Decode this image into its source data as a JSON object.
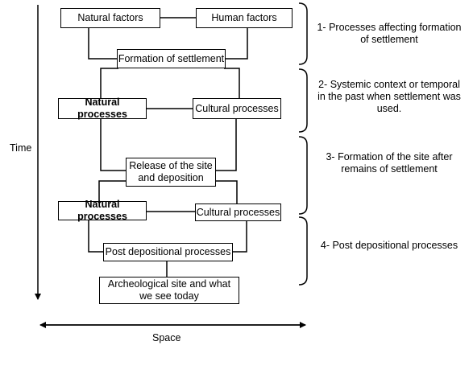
{
  "boxes": {
    "natural_factors": "Natural factors",
    "human_factors": "Human factors",
    "formation_of_settlement": "Formation of settlement",
    "natural_processes_1": "Natural processes",
    "cultural_processes_1": "Cultural processes",
    "release_line1": "Release of the site",
    "release_line2": "and deposition",
    "natural_processes_2": "Natural processes",
    "cultural_processes_2": "Cultural processes",
    "post_depositional": "Post depositional processes",
    "archeo_line1": "Archeological site and what",
    "archeo_line2": "we see today"
  },
  "stages": {
    "s1_line1": "1- Processes affecting formation",
    "s1_line2": "of settlement",
    "s2_line1": "2- Systemic context or temporal",
    "s2_line2": "in the past when settlement was",
    "s2_line3": "used.",
    "s3_line1": "3- Formation of the site after",
    "s3_line2": "remains of settlement",
    "s4_line1": "4- Post depositional processes"
  },
  "axes": {
    "time": "Time",
    "space": "Space"
  }
}
